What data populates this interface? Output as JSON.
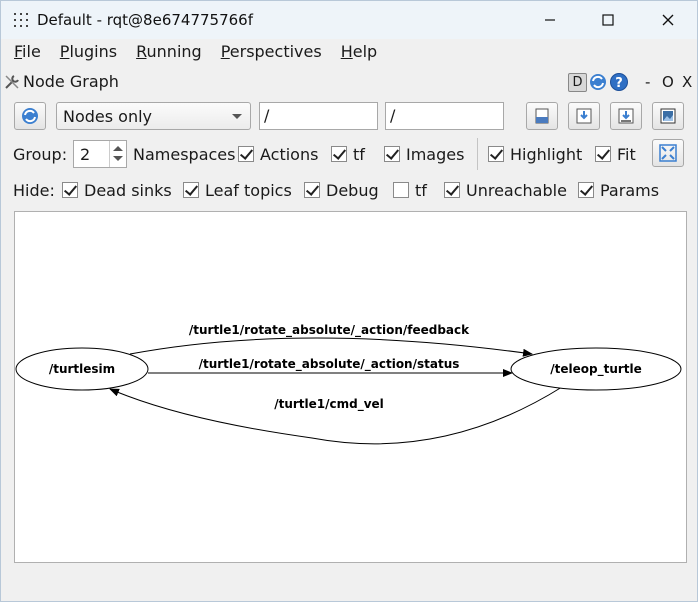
{
  "window": {
    "title": "Default - rqt@8e674775766f"
  },
  "menu": [
    {
      "label": "File",
      "mnemonic": "F",
      "rest": "ile"
    },
    {
      "label": "Plugins",
      "mnemonic": "P",
      "rest": "lugins"
    },
    {
      "label": "Running",
      "mnemonic": "R",
      "rest": "unning"
    },
    {
      "label": "Perspectives",
      "mnemonic": "P",
      "rest": "erspectives"
    },
    {
      "label": "Help",
      "mnemonic": "H",
      "rest": "elp"
    }
  ],
  "dock": {
    "title": "Node Graph",
    "d_label": "D",
    "minimize": "-",
    "float": "O",
    "close": "X"
  },
  "toolbar": {
    "mode_selected": "Nodes only",
    "namespace_filter": "/",
    "topic_filter": "/"
  },
  "group_row": {
    "group_label": "Group:",
    "group_value": "2",
    "namespaces_label": "Namespaces",
    "actions_label": "Actions",
    "tf_label": "tf",
    "images_label": "Images",
    "highlight_label": "Highlight",
    "fit_label": "Fit"
  },
  "hide_row": {
    "hide_label": "Hide:",
    "dead_sinks_label": "Dead sinks",
    "leaf_topics_label": "Leaf topics",
    "debug_label": "Debug",
    "tf_label": "tf",
    "unreachable_label": "Unreachable",
    "params_label": "Params"
  },
  "checks": {
    "actions": true,
    "tf": true,
    "images": true,
    "highlight": true,
    "fit": true,
    "dead_sinks": true,
    "leaf_topics": true,
    "debug": true,
    "hide_tf": false,
    "unreachable": true,
    "params": true
  },
  "graph": {
    "nodes": {
      "turtlesim": "/turtlesim",
      "teleop": "/teleop_turtle"
    },
    "edges": {
      "feedback": "/turtle1/rotate_absolute/_action/feedback",
      "status": "/turtle1/rotate_absolute/_action/status",
      "cmd_vel": "/turtle1/cmd_vel"
    }
  }
}
